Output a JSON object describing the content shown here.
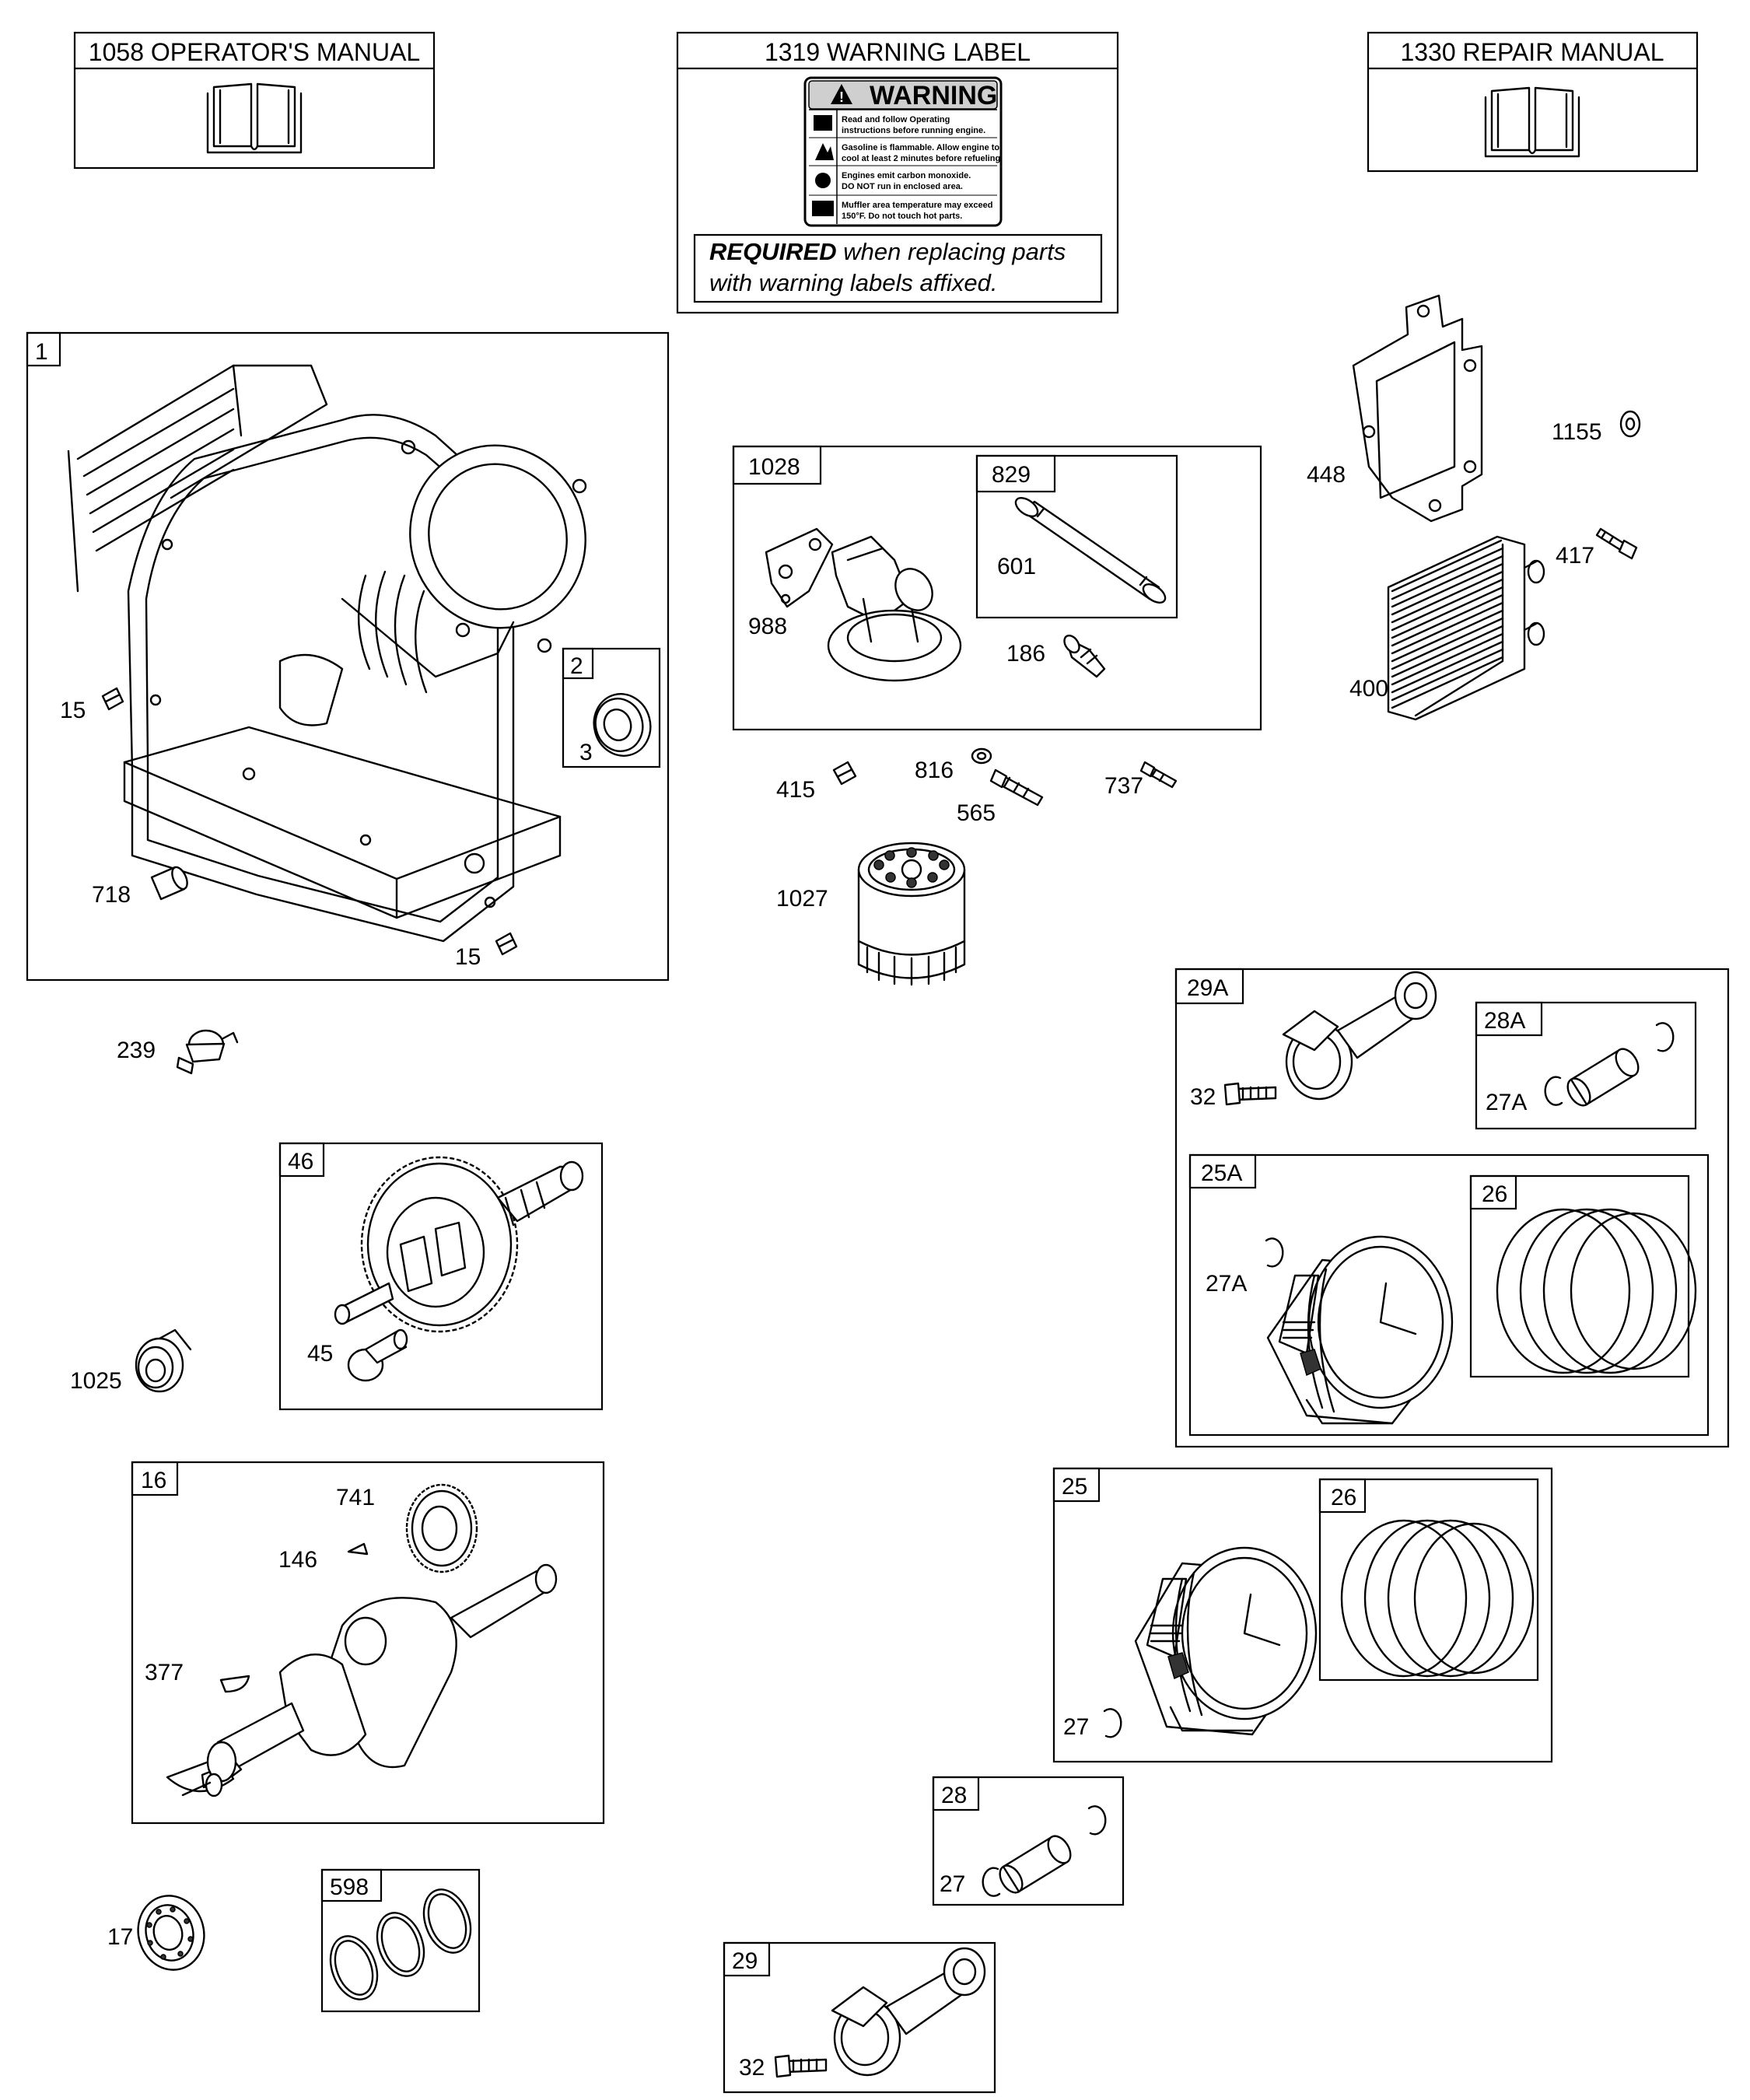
{
  "headers": {
    "operators_manual": "1058 OPERATOR'S MANUAL",
    "warning_label": "1319 WARNING LABEL",
    "repair_manual": "1330 REPAIR MANUAL"
  },
  "warning": {
    "title": "WARNING",
    "lines": [
      "Read and follow Operating",
      "instructions before running engine.",
      "Gasoline is flammable. Allow engine to",
      "cool at least 2 minutes before refueling.",
      "Engines emit carbon monoxide.",
      "DO NOT run in enclosed area.",
      "Muffler area temperature may exceed",
      "150°F. Do not touch hot parts."
    ],
    "required_bold": "REQUIRED",
    "required_rest": " when replacing parts",
    "required_line2": "with warning labels affixed."
  },
  "boxes": {
    "b1": "1",
    "b2": "2",
    "b1028": "1028",
    "b829": "829",
    "b29A": "29A",
    "b28A": "28A",
    "b25A": "25A",
    "b26a": "26",
    "b46": "46",
    "b16": "16",
    "b25": "25",
    "b26b": "26",
    "b28": "28",
    "b598": "598",
    "b29": "29"
  },
  "labels": {
    "p15a": "15",
    "p15b": "15",
    "p718": "718",
    "p3": "3",
    "p988": "988",
    "p601": "601",
    "p186": "186",
    "p415": "415",
    "p816": "816",
    "p565": "565",
    "p737": "737",
    "p1027": "1027",
    "p448": "448",
    "p1155": "1155",
    "p417": "417",
    "p400": "400",
    "p239": "239",
    "p45": "45",
    "p1025": "1025",
    "p32a": "32",
    "p27Aa": "27A",
    "p27Ab": "27A",
    "p741": "741",
    "p146": "146",
    "p377": "377",
    "p27a": "27",
    "p27b": "27",
    "p17": "17",
    "p32b": "32"
  }
}
